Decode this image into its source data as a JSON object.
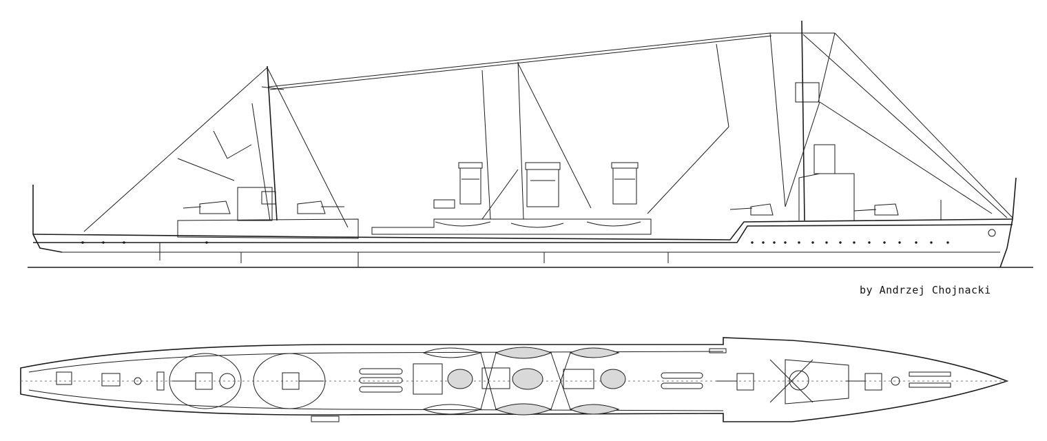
{
  "credit": "by Andrzej Chojnacki",
  "views": [
    "side-elevation",
    "plan-view"
  ]
}
